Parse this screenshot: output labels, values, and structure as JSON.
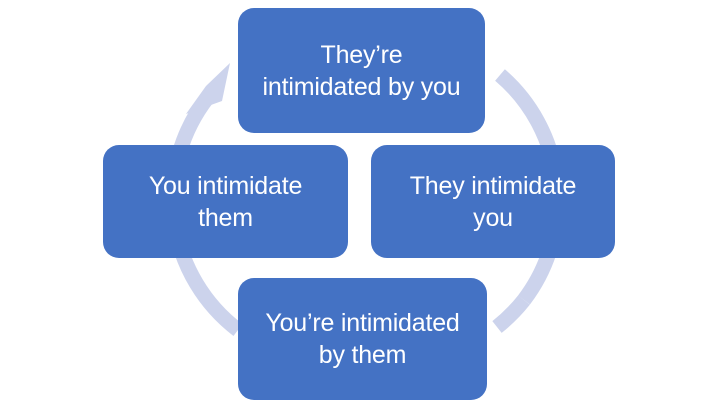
{
  "diagram": {
    "type": "cycle",
    "title_visible": false,
    "direction": "counter-clockwise",
    "background_color": "#ffffff",
    "node_fill_color": "#4472c4",
    "node_text_color": "#ffffff",
    "arc_color": "#ccd3ec",
    "arrow_count": 1,
    "arrow_position": "top-left",
    "nodes": [
      {
        "id": "top",
        "position": "top",
        "label": "They’re\nintimidated by you"
      },
      {
        "id": "right",
        "position": "right",
        "label": "They intimidate\nyou"
      },
      {
        "id": "bottom",
        "position": "bottom",
        "label": "You’re intimidated\nby them"
      },
      {
        "id": "left",
        "position": "left",
        "label": "You intimidate\nthem"
      }
    ]
  }
}
